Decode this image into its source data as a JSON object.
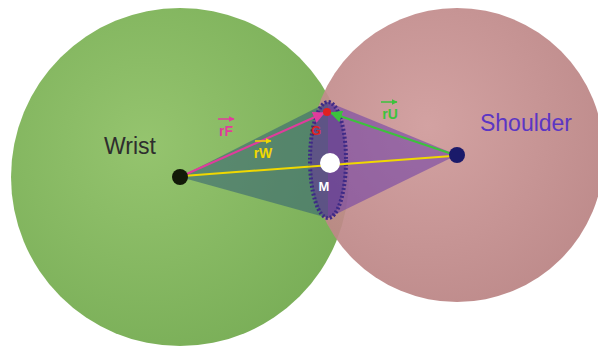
{
  "diagram": {
    "nodes": [
      {
        "text": [
          "Wrist"
        ]
      },
      {
        "text": [
          "Shoulder"
        ]
      }
    ],
    "labels": [
      "rF",
      "G",
      "rU",
      "rW",
      "M"
    ]
  }
}
